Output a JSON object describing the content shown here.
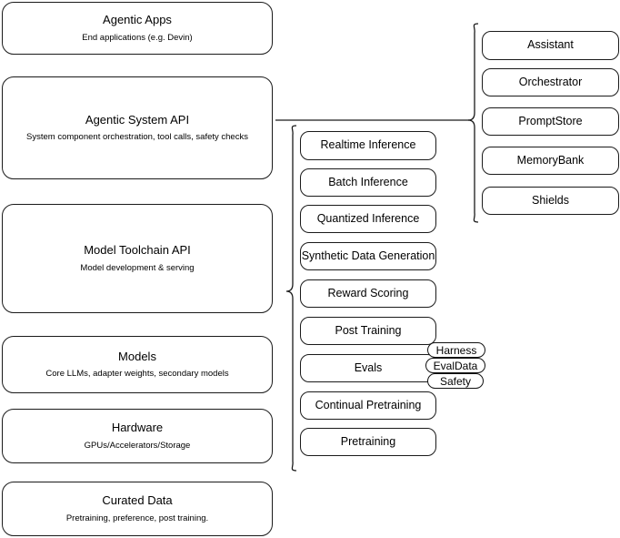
{
  "diagram": {
    "title": "Agentic stack layer diagram",
    "stroke_color": "#1a1a1a",
    "background_color": "#ffffff"
  },
  "layers": [
    {
      "id": "agentic-apps",
      "title": "Agentic Apps",
      "subtitle": "End applications (e.g. Devin)"
    },
    {
      "id": "agentic-system-api",
      "title": "Agentic System API",
      "subtitle": "System component orchestration, tool calls, safety checks"
    },
    {
      "id": "model-toolchain-api",
      "title": "Model Toolchain API",
      "subtitle": "Model development & serving"
    },
    {
      "id": "models",
      "title": "Models",
      "subtitle": "Core LLMs, adapter weights, secondary models"
    },
    {
      "id": "hardware",
      "title": "Hardware",
      "subtitle": "GPUs/Accelerators/Storage"
    },
    {
      "id": "curated-data",
      "title": "Curated Data",
      "subtitle": "Pretraining, preference, post training."
    }
  ],
  "toolchain_capabilities": [
    {
      "id": "realtime-inference",
      "label": "Realtime Inference"
    },
    {
      "id": "batch-inference",
      "label": "Batch Inference"
    },
    {
      "id": "quantized-inference",
      "label": "Quantized Inference"
    },
    {
      "id": "synthetic-data-generation",
      "label": "Synthetic Data Generation"
    },
    {
      "id": "reward-scoring",
      "label": "Reward Scoring"
    },
    {
      "id": "post-training",
      "label": "Post Training"
    },
    {
      "id": "evals",
      "label": "Evals"
    },
    {
      "id": "continual-pretraining",
      "label": "Continual Pretraining"
    },
    {
      "id": "pretraining",
      "label": "Pretraining"
    }
  ],
  "evals_subitems": [
    {
      "id": "harness",
      "label": "Harness"
    },
    {
      "id": "evaldata",
      "label": "EvalData"
    },
    {
      "id": "safety",
      "label": "Safety"
    }
  ],
  "system_components": [
    {
      "id": "assistant",
      "label": "Assistant"
    },
    {
      "id": "orchestrator",
      "label": "Orchestrator"
    },
    {
      "id": "promptstore",
      "label": "PromptStore"
    },
    {
      "id": "memorybank",
      "label": "MemoryBank"
    },
    {
      "id": "shields",
      "label": "Shields"
    }
  ]
}
